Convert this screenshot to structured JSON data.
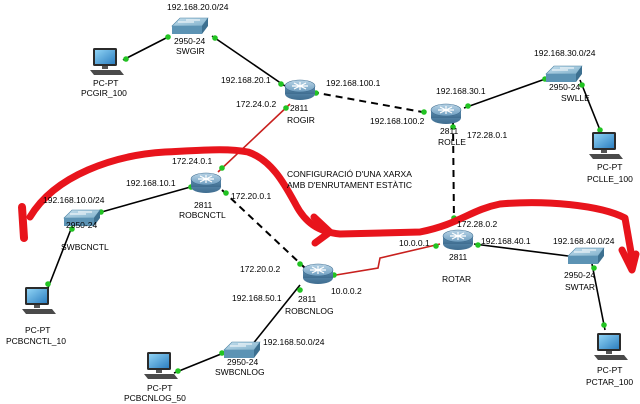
{
  "note": {
    "line1": "CONFIGURACIÓ D'UNA XARXA",
    "line2": "AMB D'ENRUTAMENT ESTÀTIC"
  },
  "pcs": [
    {
      "id": "pcgir",
      "type": "PC-PT",
      "name": "PCGIR_100"
    },
    {
      "id": "pcbcnctl",
      "type": "PC-PT",
      "name": "PCBCNCTL_10"
    },
    {
      "id": "pcbcnlog",
      "type": "PC-PT",
      "name": "PCBCNLOG_50"
    },
    {
      "id": "pclle",
      "type": "PC-PT",
      "name": "PCLLE_100"
    },
    {
      "id": "pctar",
      "type": "PC-PT",
      "name": "PCTAR_100"
    }
  ],
  "switches": [
    {
      "id": "swgir",
      "model": "2950-24",
      "name": "SWGIR"
    },
    {
      "id": "swbcnctl",
      "model": "2950-24",
      "name": "SWBCNCTL"
    },
    {
      "id": "swbcnlog",
      "model": "2950-24",
      "name": "SWBCNLOG"
    },
    {
      "id": "swlle",
      "model": "2950-24",
      "name": "SWLLE"
    },
    {
      "id": "swtar",
      "model": "2950-24",
      "name": "SWTAR"
    }
  ],
  "routers": [
    {
      "id": "rogir",
      "model": "2811",
      "name": "ROGIR"
    },
    {
      "id": "rolle",
      "model": "2811",
      "name": "ROLLE"
    },
    {
      "id": "robcnctl",
      "model": "2811",
      "name": "ROBCNCTL"
    },
    {
      "id": "robcnlog",
      "model": "2811",
      "name": "ROBCNLOG"
    },
    {
      "id": "rotar",
      "model": "2811",
      "name": "ROTAR"
    }
  ],
  "ips": {
    "net_gir": "192.168.20.0/24",
    "rogir_lan": "192.168.20.1",
    "rogir_wan": "192.168.100.1",
    "rogir_serial": "172.24.0.2",
    "rolle_lan": "192.168.30.1",
    "net_lle": "192.168.30.0/24",
    "rolle_wan": "192.168.100.2",
    "rolle_serial": "172.28.0.1",
    "robcnctl_serial": "172.24.0.1",
    "robcnctl_lan": "192.168.10.1",
    "net_bcnctl": "192.168.10.0/24",
    "robcnctl_wan": "172.20.0.1",
    "rotar_up": "172.28.0.2",
    "rotar_serial": "10.0.0.1",
    "rotar_lan": "192.168.40.1",
    "net_tar": "192.168.40.0/24",
    "robcnlog_wan": "172.20.0.2",
    "robcnlog_serial": "10.0.0.2",
    "robcnlog_lan": "192.168.50.1",
    "net_bcnlog": "192.168.50.0/24"
  },
  "colors": {
    "ethernet": "#000000",
    "serial": "#c8201e",
    "link_up": "#22c322",
    "annotation": "#e8141c",
    "router_body": "#7aa7c7",
    "switch_body": "#86b6cf"
  }
}
